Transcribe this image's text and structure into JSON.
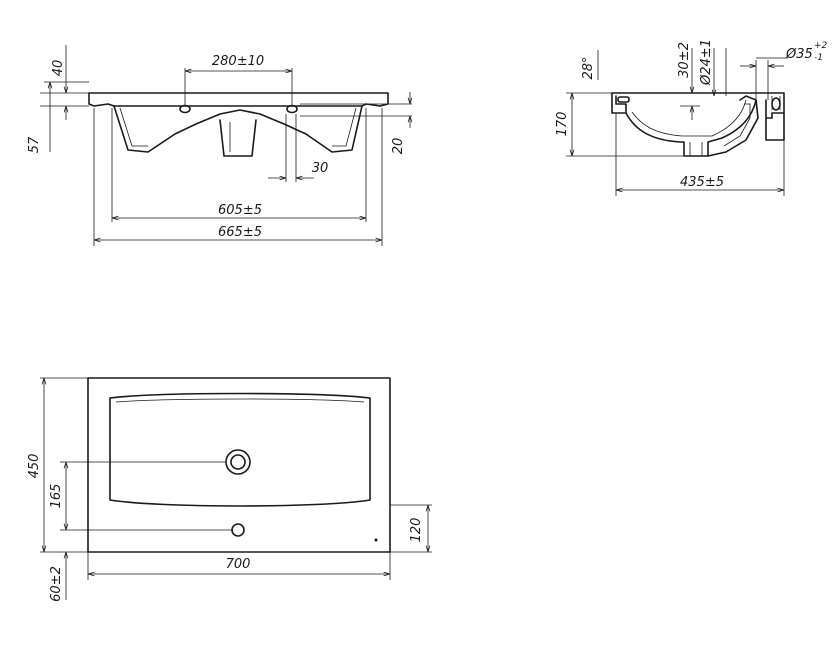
{
  "dimensions": {
    "front": {
      "d40": "40",
      "d57": "57",
      "d280": "280±10",
      "d20": "20",
      "d30": "30",
      "d605": "605±5",
      "d665": "665±5"
    },
    "side": {
      "d28": "28°",
      "d30_2": "30±2",
      "d24": "Ø24±1",
      "d35": "Ø35",
      "d35_tol": "+2",
      "d35_tol_low": "-1",
      "d170": "170",
      "d435": "435±5"
    },
    "top": {
      "d450": "450",
      "d165": "165",
      "d120": "120",
      "d700": "700",
      "d60": "60±2"
    }
  }
}
